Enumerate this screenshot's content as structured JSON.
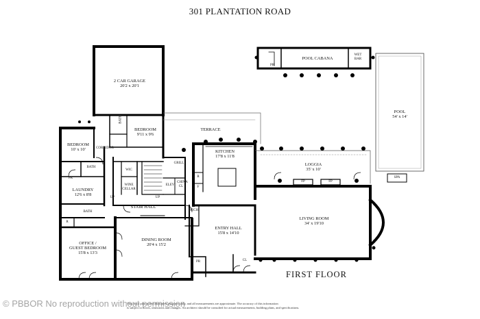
{
  "title": "301 PLANTATION ROAD",
  "floor_label": "FIRST  FLOOR",
  "rooms": {
    "garage": {
      "name": "2 CAR GARAGE",
      "dim": "20'2 x 20'1"
    },
    "bedroom_main": {
      "name": "BEDROOM",
      "dim": "9'11 x 9'6"
    },
    "bath_garage": {
      "name": "BATH"
    },
    "terrace": {
      "name": "TERRACE"
    },
    "bedroom_left": {
      "name": "BEDROOM",
      "dim": "10' x 10'"
    },
    "corridor": {
      "name": "CORRIDOR"
    },
    "bath_left": {
      "name": "BATH"
    },
    "pr_left": {
      "name": "PR"
    },
    "wic": {
      "name": "WIC"
    },
    "wine_cellar": {
      "name": "WINE CELLAR"
    },
    "grill": {
      "name": "GRILL"
    },
    "elev": {
      "name": "ELEV"
    },
    "china_cl": {
      "name": "CHINA CL"
    },
    "kitchen": {
      "name": "KITCHEN",
      "dim": "17'8 x 11'8"
    },
    "r": {
      "name": "R"
    },
    "f": {
      "name": "F"
    },
    "laundry": {
      "name": "LAUNDRY",
      "dim": "12'6 x 8'8"
    },
    "stair_hall": {
      "name": "STAIR HALL"
    },
    "up1": {
      "name": "UP"
    },
    "up2": {
      "name": "UP"
    },
    "mech": {
      "name": "MECH"
    },
    "bath_lower": {
      "name": "BATH"
    },
    "r_lower": {
      "name": "R"
    },
    "entry_hall": {
      "name": "ENTRY HALL",
      "dim": "15'8 x 14'10"
    },
    "dining": {
      "name": "DINING ROOM",
      "dim": "20'4 x 15'2"
    },
    "office": {
      "name": "OFFICE /",
      "name2": "GUEST BEDROOM",
      "dim": "15'8 x 13'3"
    },
    "pr_entry": {
      "name": "PR"
    },
    "cl_entry": {
      "name": "CL"
    },
    "living": {
      "name": "LIVING ROOM",
      "dim": "34' x 19'10"
    },
    "loggia": {
      "name": "LOGGIA",
      "dim": "35' x 10'"
    },
    "fp1": {
      "name": "FP"
    },
    "fp2": {
      "name": "FP"
    },
    "pool_cabana": {
      "name": "POOL CABANA"
    },
    "pr_cabana": {
      "name": "PR"
    },
    "wet_bar": {
      "name": "WET",
      "name2": "BAR"
    },
    "pool": {
      "name": "POOL",
      "dim": "54' x 14'"
    },
    "spa": {
      "name": "SPA"
    }
  },
  "disclaimer": {
    "line1": "This floor plan is for illustrative purposes only, and all measurements are approximate. The accuracy of this information",
    "line2": "is subject to errors, omissions and changes. An architect should be consulted for actual measurements, building plans, and specifications."
  },
  "watermark": "© PBBOR No reproduction without permission"
}
